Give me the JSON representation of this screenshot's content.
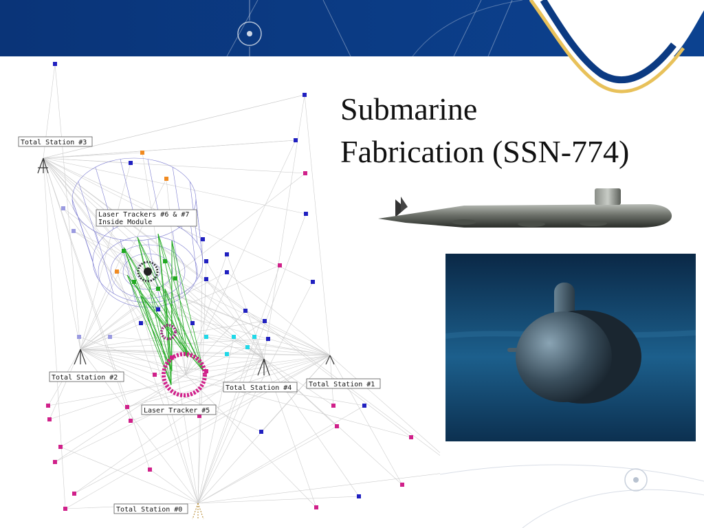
{
  "slide": {
    "title_line1": "Submarine",
    "title_line2": "Fabrication (SSN-774)"
  },
  "diagram": {
    "labels": {
      "total_station_3": "Total Station #3",
      "laser_trackers_line1": "Laser Trackers #6 & #7",
      "laser_trackers_line2": "Inside Module",
      "total_station_2": "Total Station #2",
      "total_station_4": "Total Station #4",
      "total_station_1": "Total Station #1",
      "laser_tracker_5": "Laser Tracker #5",
      "total_station_0": "Total Station #0"
    }
  },
  "colors": {
    "header_blue": "#0b3a82",
    "accent_gold": "#e8c15a",
    "line_gray": "#c8c8c8",
    "mesh_blue": "#7a7ad0",
    "laser_green": "#22aa22",
    "target_blue": "#2020c0",
    "target_magenta": "#d0208a",
    "target_cyan": "#20d8e8",
    "target_orange": "#f08a20",
    "target_lavender": "#9a9ae0",
    "ocean_dark": "#0a2846",
    "ocean_light": "#1c5f8c"
  },
  "icons": {
    "header_crosshair": "crosshair-icon",
    "station": "tripod-icon"
  }
}
